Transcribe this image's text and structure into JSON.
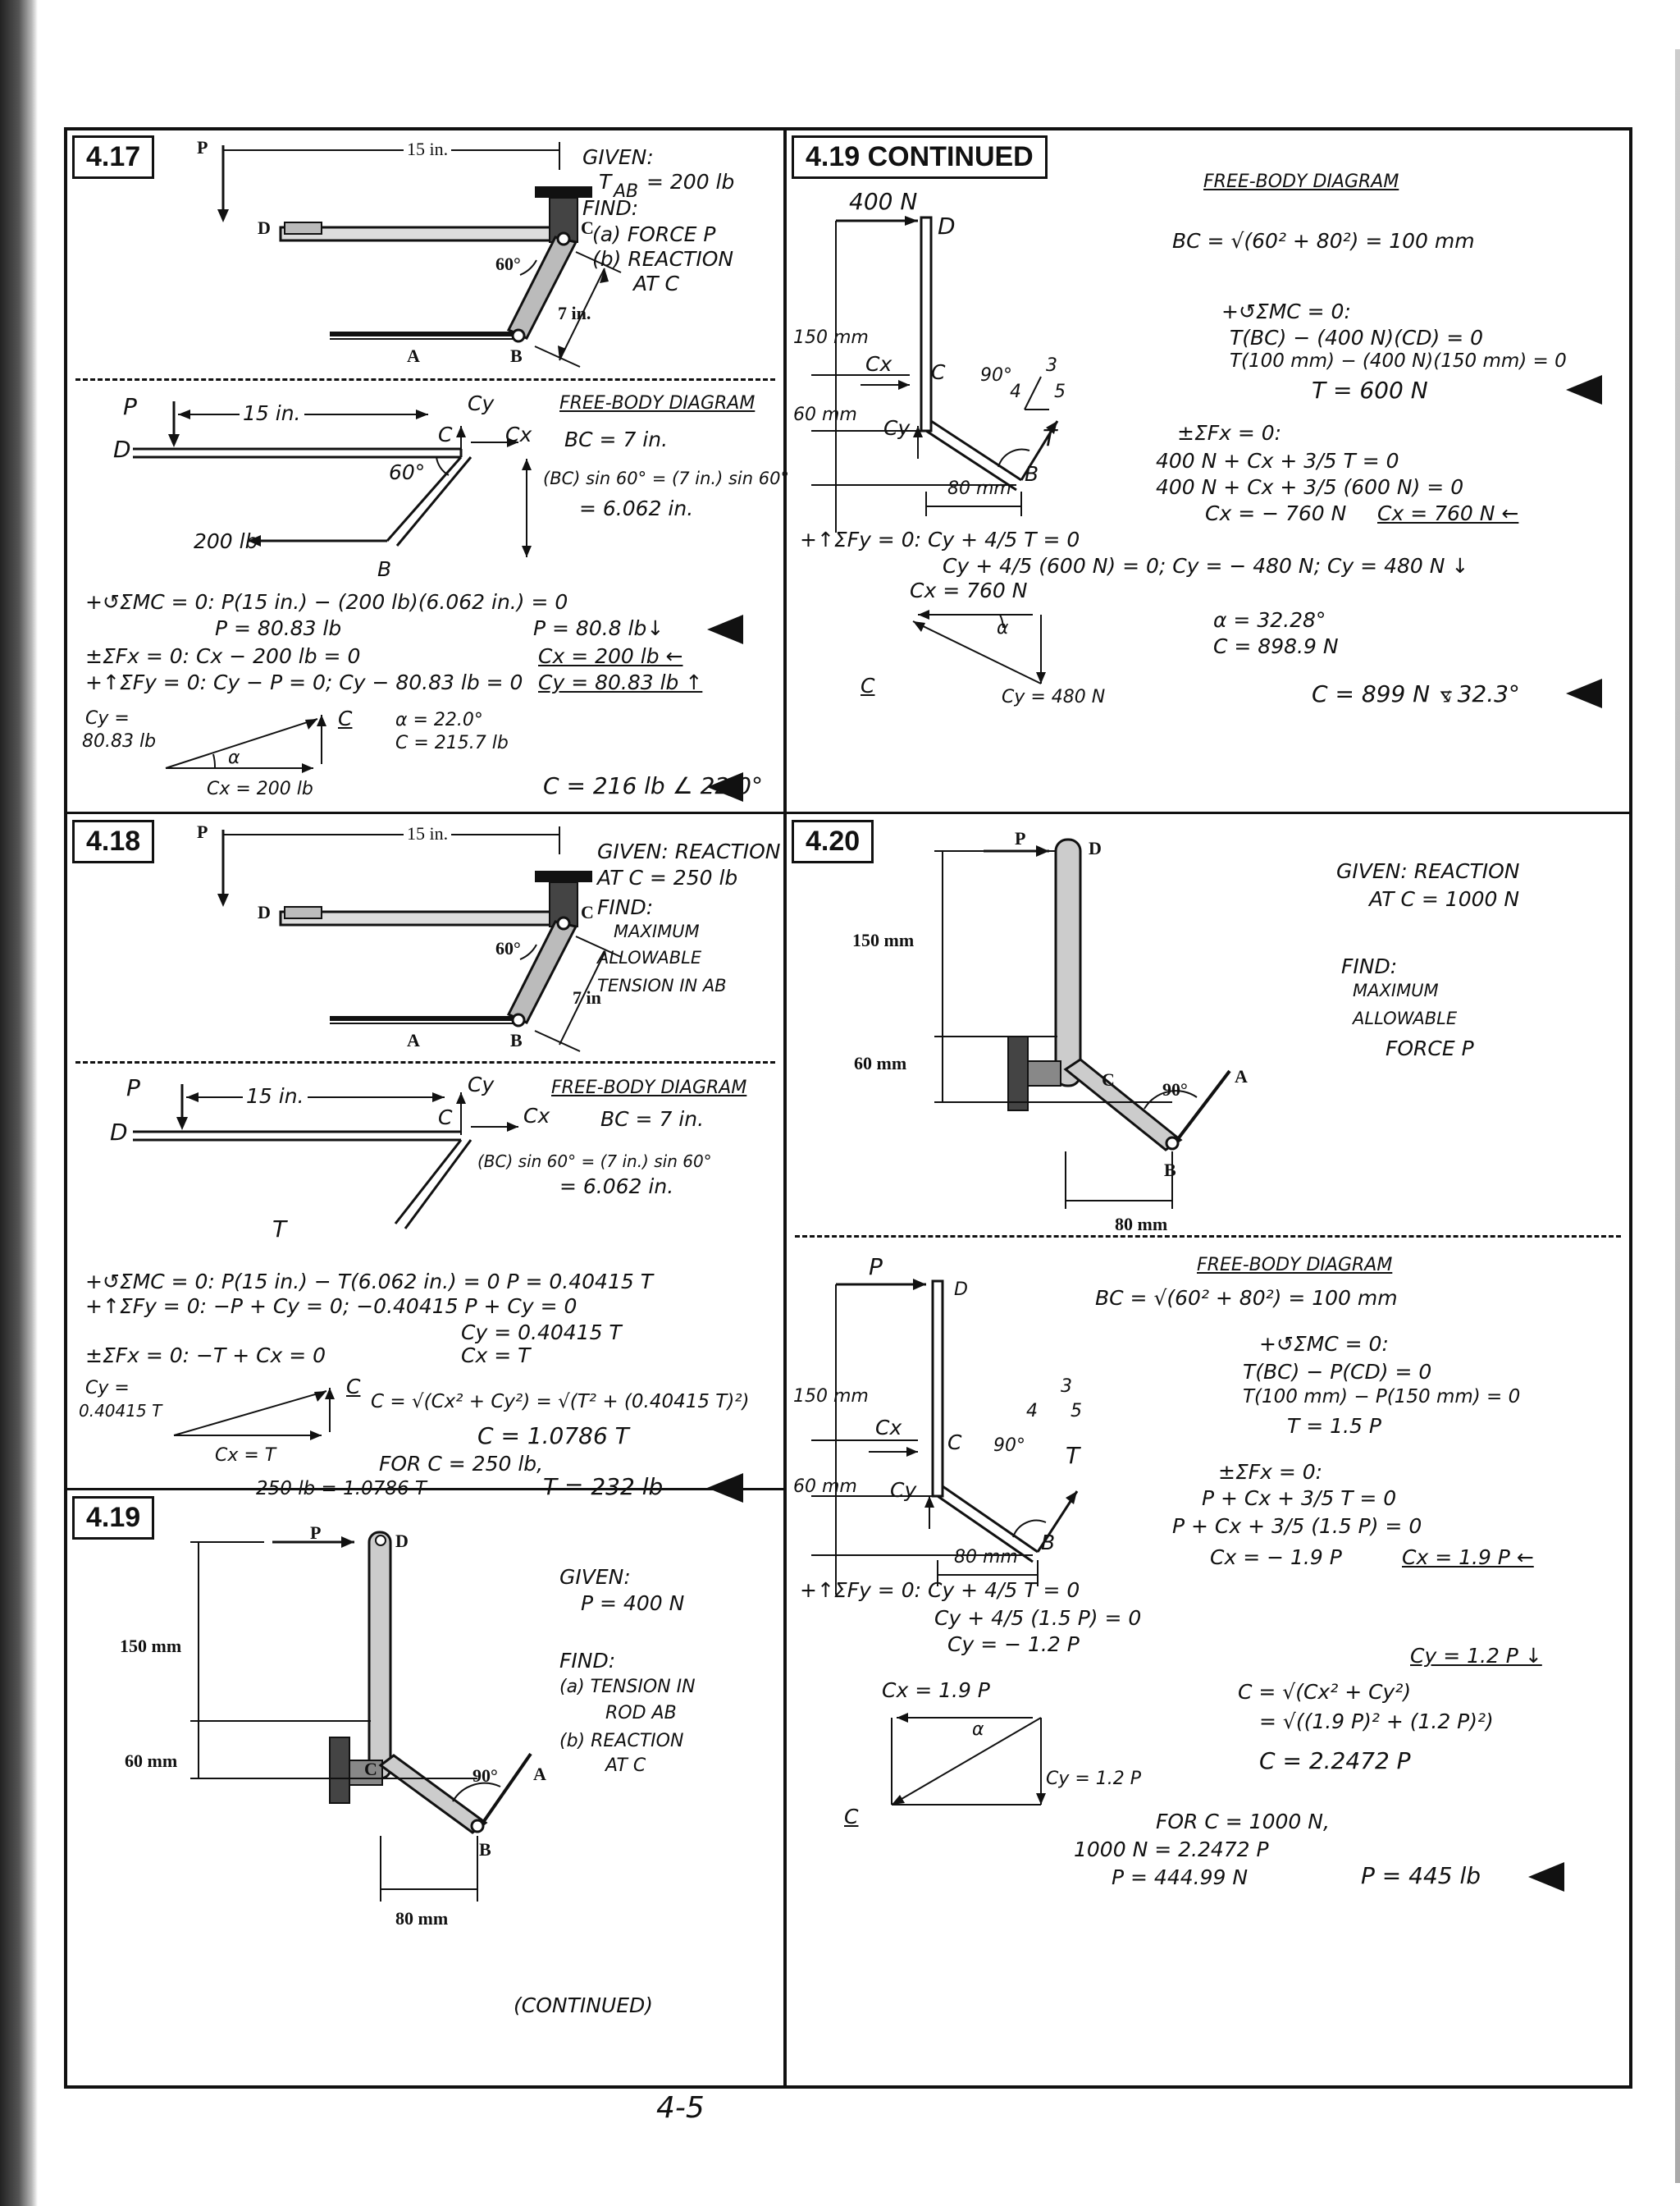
{
  "page_number": "4-5",
  "p417": {
    "tag": "4.17",
    "fig": {
      "p": "P",
      "dim": "15 in.",
      "d": "D",
      "c": "C",
      "a": "A",
      "b": "B",
      "angle": "60°",
      "len": "7 in."
    },
    "given": [
      "GIVEN:",
      "T",
      "AB",
      "= 200 lb",
      "FIND:",
      "(a) FORCE P",
      "(b) REACTION",
      "AT C"
    ],
    "fbd": {
      "title": "FREE-BODY DIAGRAM",
      "p": "P",
      "dim": "15 in.",
      "d": "D",
      "c": "C",
      "cy": "Cy",
      "cx": "Cx",
      "angle": "60°",
      "b": "B",
      "load": "200 lb",
      "bc": "BC = 7 in.",
      "calc1": "(BC) sin 60° = (7 in.) sin 60°",
      "calc2": "= 6.062 in."
    },
    "eq1": "+↺ΣMC = 0:  P(15 in.) − (200 lb)(6.062 in.) = 0",
    "eq1r": "P = 80.83 lb",
    "ans1": "P = 80.8 lb↓",
    "eq2": "±ΣFx = 0:  Cx − 200 lb = 0",
    "eq2r": "Cx = 200 lb ←",
    "eq3": "+↑ΣFy = 0:  Cy − P = 0;  Cy − 80.83 lb = 0",
    "eq3r": "Cy = 80.83 lb ↑",
    "tri": {
      "cy": "Cy =",
      "cyv": "80.83 lb",
      "cx": "Cx = 200 lb",
      "alpha": "α",
      "c": "C",
      "a1": "α = 22.0°",
      "a2": "C = 215.7 lb"
    },
    "ans2": "C = 216 lb ∠ 22.0°"
  },
  "p418": {
    "tag": "4.18",
    "fig": {
      "p": "P",
      "dim": "15 in.",
      "d": "D",
      "c": "C",
      "a": "A",
      "b": "B",
      "angle": "60°",
      "len": "7 in"
    },
    "given": [
      "GIVEN: REACTION",
      "AT C = 250 lb",
      "FIND:",
      "MAXIMUM",
      "ALLOWABLE",
      "TENSION IN AB"
    ],
    "fbd": {
      "title": "FREE-BODY DIAGRAM",
      "p": "P",
      "dim": "15 in.",
      "d": "D",
      "c": "C",
      "cy": "Cy",
      "cx": "Cx",
      "t": "T",
      "bc": "BC = 7 in.",
      "calc1": "(BC) sin 60° = (7 in.) sin 60°",
      "calc2": "= 6.062 in."
    },
    "eq1": "+↺ΣMC = 0:  P(15 in.) − T(6.062 in.) = 0    P = 0.40415 T",
    "eq2": "+↑ΣFy = 0:  −P + Cy = 0;  −0.40415 P + Cy = 0",
    "eq2r": "Cy = 0.40415 T",
    "eq3": "±ΣFx = 0:  −T + Cx = 0",
    "eq3r": "Cx = T",
    "tri": {
      "cy": "Cy =",
      "cyv": "0.40415 T",
      "cx": "Cx = T",
      "c": "C"
    },
    "eq4": "C = √(Cx² + Cy²) = √(T² + (0.40415 T)²)",
    "eq5": "C = 1.0786 T",
    "eq6": "FOR C = 250 lb,",
    "eq7": "250 lb = 1.0786 T",
    "ans": "T = 232 lb"
  },
  "p419": {
    "tag": "4.19",
    "fig": {
      "p": "P",
      "d": "D",
      "c": "C",
      "a": "A",
      "b": "B",
      "h1": "150 mm",
      "h2": "60 mm",
      "w": "80 mm",
      "angle": "90°"
    },
    "given": [
      "GIVEN:",
      "P = 400 N",
      "FIND:",
      "(a) TENSION IN",
      "ROD AB",
      "(b) REACTION",
      "AT C"
    ],
    "continued": "(CONTINUED)"
  },
  "p419c": {
    "tag": "4.19  CONTINUED",
    "fbd": {
      "load": "400 N",
      "d": "D",
      "h1": "150 mm",
      "h2": "60 mm",
      "w": "80 mm",
      "cx": "Cx",
      "cy": "Cy",
      "c": "C",
      "b": "B",
      "t": "T",
      "angle": "90°",
      "ratio3": "3",
      "ratio4": "4",
      "ratio5": "5"
    },
    "title": "FREE-BODY DIAGRAM",
    "bc": "BC = √(60² + 80²) = 100 mm",
    "eq1": "+↺ΣMC = 0:",
    "eq1a": "T(BC) − (400 N)(CD) = 0",
    "eq1b": "T(100 mm) − (400 N)(150 mm) = 0",
    "eq1r": "T = 600 N",
    "eq2": "±ΣFx = 0:",
    "eq2a": "400 N + Cx + 3/5 T = 0",
    "eq2b": "400 N + Cx + 3/5 (600 N) = 0",
    "eq2c": "Cx = − 760 N",
    "eq2r": "Cx = 760 N ←",
    "eq3": "+↑ΣFy = 0:  Cy + 4/5 T = 0",
    "eq3a": "Cy + 4/5 (600 N) = 0;  Cy = − 480 N;  Cy = 480 N ↓",
    "tri": {
      "cx": "Cx = 760 N",
      "alpha": "α",
      "c": "C",
      "cy": "Cy = 480 N",
      "a1": "α = 32.28°",
      "a2": "C = 898.9 N"
    },
    "ans": "C = 899 N ⦪ 32.3°"
  },
  "p420": {
    "tag": "4.20",
    "fig": {
      "p": "P",
      "d": "D",
      "c": "C",
      "a": "A",
      "b": "B",
      "h1": "150 mm",
      "h2": "60 mm",
      "w": "80 mm",
      "angle": "90°"
    },
    "given": [
      "GIVEN: REACTION",
      "AT C = 1000 N",
      "FIND:",
      "MAXIMUM",
      "ALLOWABLE",
      "FORCE P"
    ],
    "fbd": {
      "p": "P",
      "d": "D",
      "h1": "150 mm",
      "h2": "60 mm",
      "w": "80 mm",
      "cx": "Cx",
      "cy": "Cy",
      "c": "C",
      "b": "B",
      "t": "T",
      "angle": "90°",
      "ratio3": "3",
      "ratio4": "4",
      "ratio5": "5"
    },
    "title": "FREE-BODY DIAGRAM",
    "bc": "BC = √(60² + 80²) = 100 mm",
    "eq1": "+↺ΣMC = 0:",
    "eq1a": "T(BC) − P(CD) = 0",
    "eq1b": "T(100 mm) − P(150 mm) = 0",
    "eq1r": "T = 1.5 P",
    "eq2": "±ΣFx = 0:",
    "eq2a": "P + Cx + 3/5 T = 0",
    "eq2b": "P + Cx + 3/5 (1.5 P) = 0",
    "eq2c": "Cx = − 1.9 P",
    "eq2r": "Cx = 1.9 P ←",
    "eq3": "+↑ΣFy = 0:  Cy + 4/5 T = 0",
    "eq3a": "Cy + 4/5 (1.5 P) = 0",
    "eq3b": "Cy = − 1.2 P",
    "eq3r": "Cy = 1.2 P ↓",
    "tri": {
      "cx": "Cx = 1.9 P",
      "alpha": "α",
      "c": "C",
      "cy": "Cy = 1.2 P"
    },
    "eq4": "C = √(Cx² + Cy²)",
    "eq4a": "= √((1.9 P)² + (1.2 P)²)",
    "eq4r": "C = 2.2472 P",
    "eq5": "FOR C = 1000 N,",
    "eq6": "1000 N = 2.2472 P",
    "eq7": "P = 444.99 N",
    "ans": "P = 445 lb"
  }
}
